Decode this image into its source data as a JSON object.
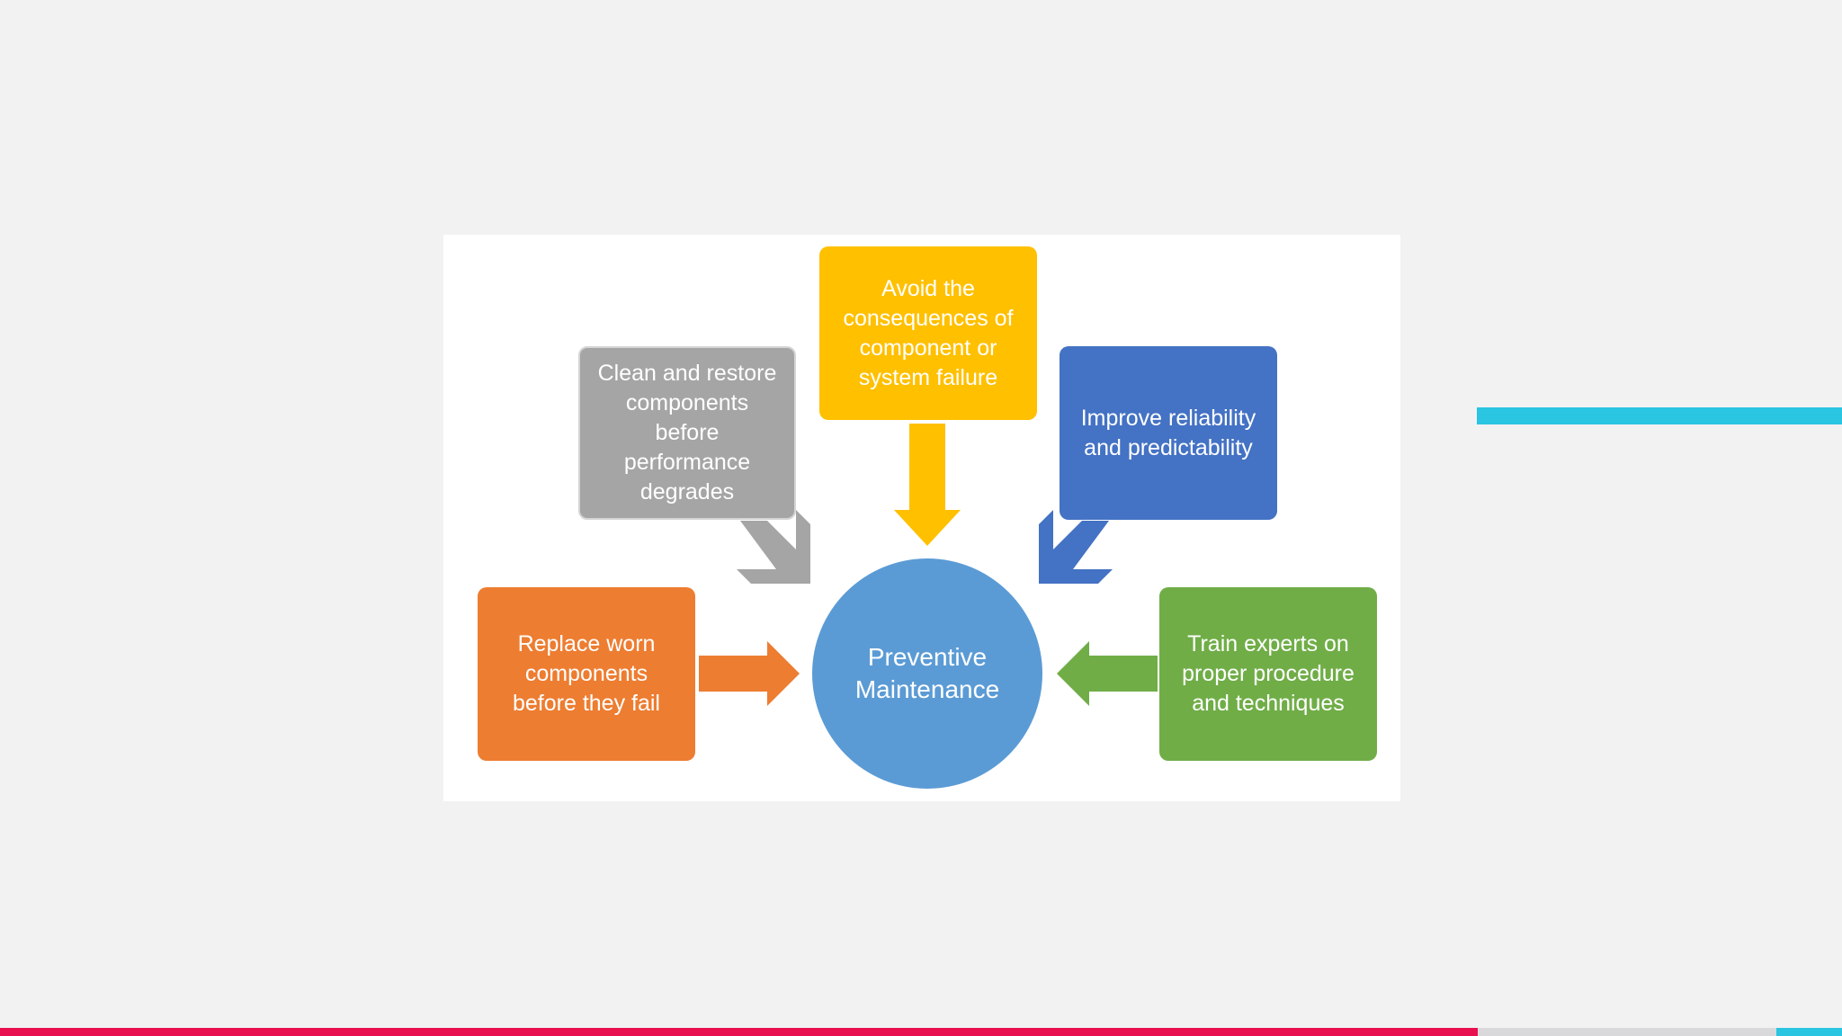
{
  "diagram": {
    "center": {
      "label": "Preventive\nMaintenance",
      "color": "#5b9bd5"
    },
    "boxes": [
      {
        "id": "gray",
        "label": "Clean and restore\ncomponents\nbefore\nperformance\ndegrades",
        "color": "#a5a5a5"
      },
      {
        "id": "yellow",
        "label": "Avoid the\nconsequences of\ncomponent or\nsystem failure",
        "color": "#ffc000"
      },
      {
        "id": "blue",
        "label": "Improve reliability\nand predictability",
        "color": "#4472c4"
      },
      {
        "id": "orange",
        "label": "Replace worn\ncomponents\nbefore they fail",
        "color": "#ed7d31"
      },
      {
        "id": "green",
        "label": "Train experts on\nproper procedure\nand techniques",
        "color": "#70ad47"
      }
    ]
  },
  "theme": {
    "accent_cyan": "#29c5e1",
    "accent_red": "#e8104f",
    "background": "#f2f2f3"
  }
}
